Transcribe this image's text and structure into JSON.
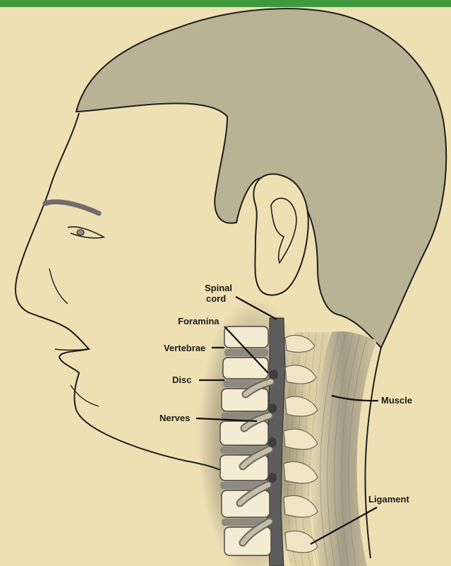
{
  "colors": {
    "background": "#efe0b4",
    "top_bar": "#3f9a3e",
    "hair": "#b7b394",
    "skin": "#efe0b4",
    "outline": "#1e1e1e",
    "bone": "#f3ebd2",
    "bone_shadow": "#cdc6ad",
    "disc": "#8d8a80",
    "cord": "#5d5d5d",
    "nerve": "#b9b39e",
    "muscle": "#a7a08a",
    "ligament": "#d5c9a4"
  },
  "labels": {
    "spinal_cord_line1": "Spinal",
    "spinal_cord_line2": "cord",
    "foramina": "Foramina",
    "vertebrae": "Vertebrae",
    "disc": "Disc",
    "nerves": "Nerves",
    "muscle": "Muscle",
    "ligament": "Ligament"
  }
}
